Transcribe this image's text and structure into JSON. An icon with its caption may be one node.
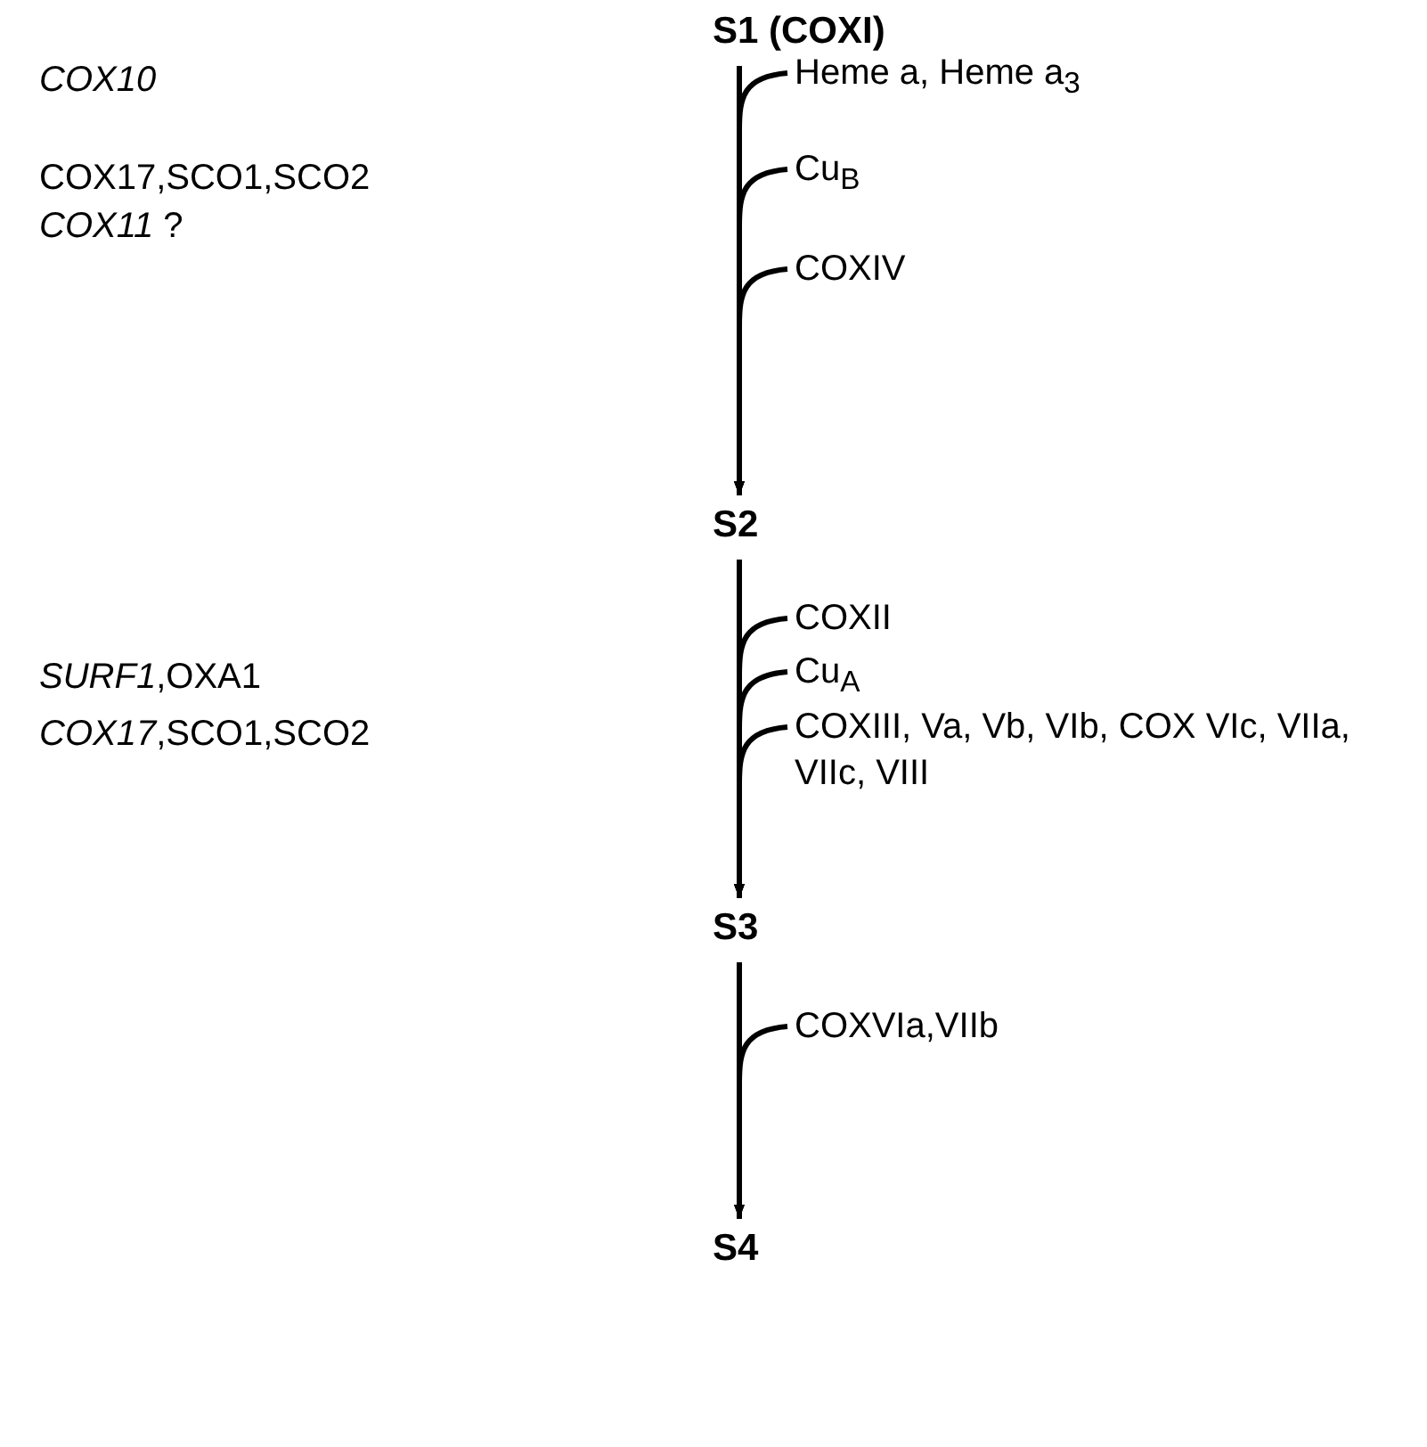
{
  "diagram": {
    "nodes": [
      {
        "text": [
          "**S1** (COXI)"
        ]
      },
      {
        "text": [
          "Heme a, Heme a$_{3}$"
        ]
      },
      {
        "text": [
          "Cu$_{B}$"
        ]
      },
      {
        "text": [
          "COXIV"
        ]
      },
      {
        "text": [
          "S2"
        ]
      },
      {
        "text": [
          "COXII"
        ]
      },
      {
        "text": [
          "Cu$_{A}$"
        ]
      },
      {
        "text": [
          "COXIII, Va, Vb, VIb, COX VIc, VIIa, VIIc, VIII"
        ]
      },
      {
        "text": [
          "S3"
        ]
      },
      {
        "text": [
          "COXVIa,VIIb"
        ]
      },
      {
        "text": [
          "S4"
        ]
      }
    ],
    "edges": [
      {
        "from": 0,
        "to": 4,
        "arrow": "to"
      },
      {
        "from": 1,
        "to": 4,
        "arrow": "to"
      },
      {
        "from": 2,
        "to": 4,
        "arrow": "to"
      },
      {
        "from": 3,
        "to": 4,
        "arrow": "to"
      },
      {
        "from": 4,
        "to": 8,
        "arrow": "to"
      },
      {
        "from": 5,
        "to": 8,
        "arrow": "to"
      },
      {
        "from": 6,
        "to": 8,
        "arrow": "to"
      },
      {
        "from": 7,
        "to": 8,
        "arrow": "to"
      },
      {
        "from": 8,
        "to": 10,
        "arrow": "to"
      },
      {
        "from": 9,
        "to": 10,
        "arrow": "to"
      }
    ],
    "labels": [
      "*COX10*",
      "COX17,SCO1,SCO2",
      "*COX11* ?",
      "*SURF1*,OXA1",
      "*COX17*,SCO1,SCO2"
    ]
  }
}
